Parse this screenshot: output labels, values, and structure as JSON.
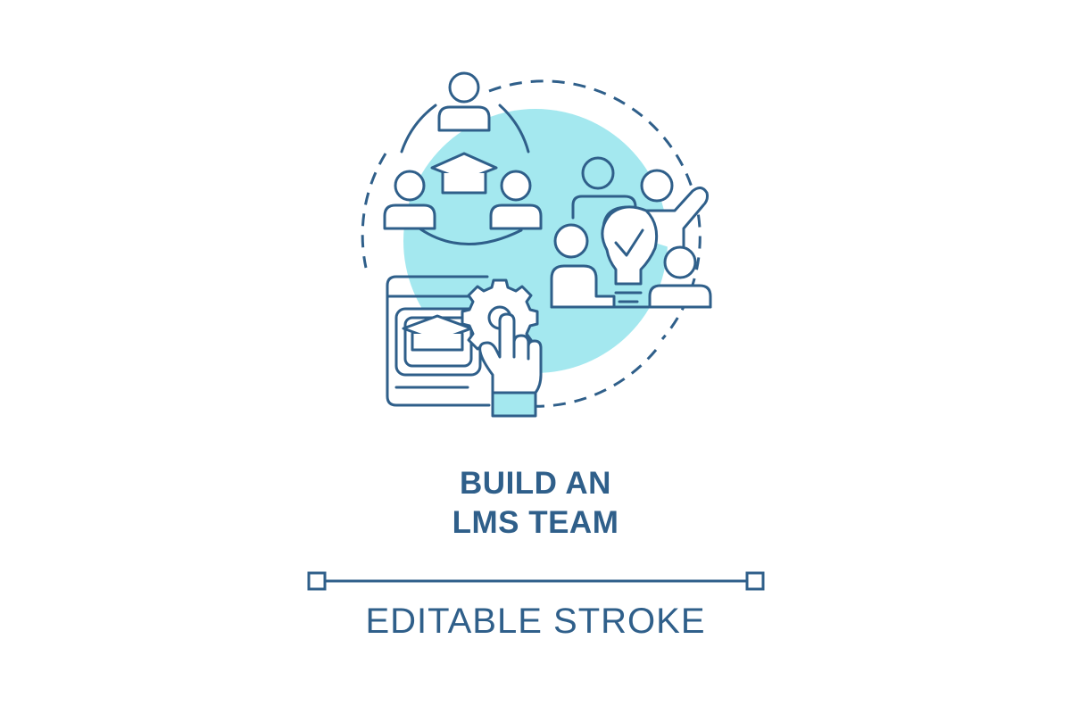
{
  "concept": {
    "title_line_1": "BUILD AN",
    "title_line_2": "LMS TEAM",
    "subtitle": "EDITABLE STROKE"
  },
  "colors": {
    "stroke": "#2f5f8a",
    "accent_fill": "#a4e8ef",
    "text": "#2f5f8a",
    "background": "#ffffff"
  },
  "icons": [
    "team-circle-icon",
    "graduation-cap-icon",
    "team-ideas-icon",
    "lightbulb-check-icon",
    "lms-settings-icon",
    "gear-icon",
    "pointing-hand-icon"
  ]
}
